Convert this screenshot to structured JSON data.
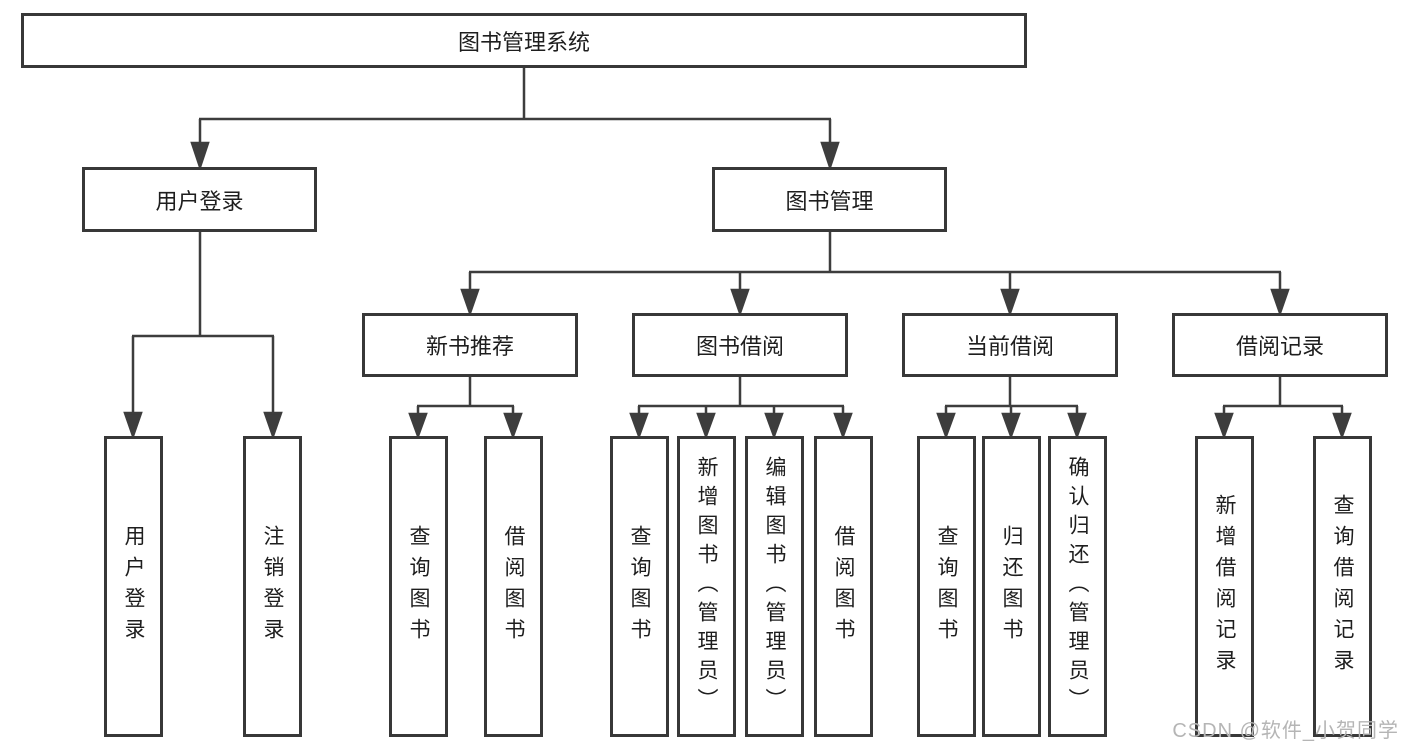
{
  "diagram": {
    "title": "图书管理系统",
    "branches": [
      {
        "label": "用户登录",
        "children": [
          "用户登录",
          "注销登录"
        ]
      },
      {
        "label": "图书管理",
        "children": [
          {
            "label": "新书推荐",
            "children": [
              "查询图书",
              "借阅图书"
            ]
          },
          {
            "label": "图书借阅",
            "children": [
              "查询图书",
              "新增图书（管理员）",
              "编辑图书（管理员）",
              "借阅图书"
            ]
          },
          {
            "label": "当前借阅",
            "children": [
              "查询图书",
              "归还图书",
              "确认归还（管理员）"
            ]
          },
          {
            "label": "借阅记录",
            "children": [
              "新增借阅记录",
              "查询借阅记录"
            ]
          }
        ]
      }
    ]
  },
  "watermark": "CSDN @软件_小贺同学",
  "colors": {
    "line": "#3d3d3d",
    "border": "#383838",
    "text": "#1e1e1e",
    "watermark": "#b5b5b5",
    "background": "#ffffff"
  }
}
